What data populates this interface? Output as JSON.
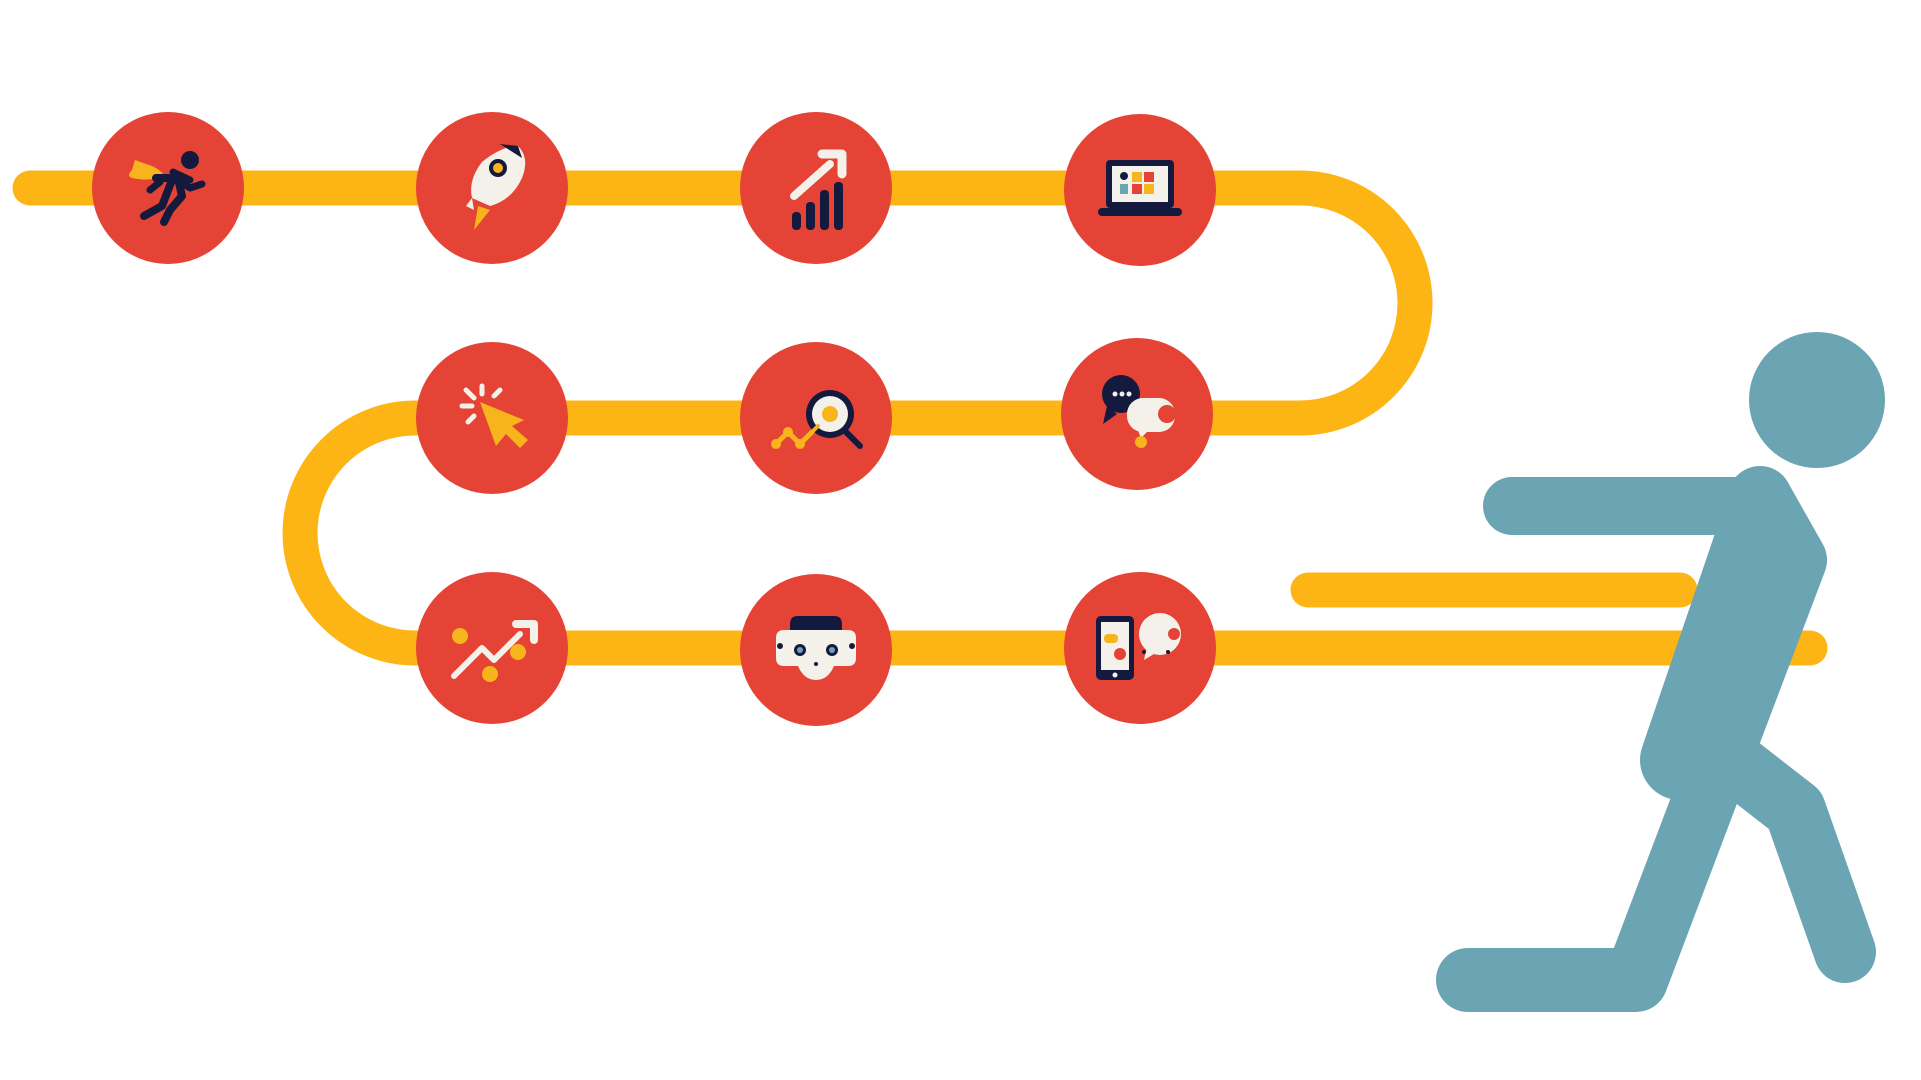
{
  "colors": {
    "background": "#ffffff",
    "path": "#FDB515",
    "node": "#E54335",
    "figure": "#6BA5B4",
    "icon_dark": "#14193E",
    "icon_light": "#F4F1EA",
    "icon_accent": "#F8B41C",
    "icon_accent_alt": "#E8A33A"
  },
  "nodes": [
    {
      "row": 1,
      "index": 1,
      "icon": "superhero-runner-icon"
    },
    {
      "row": 1,
      "index": 2,
      "icon": "rocket-icon"
    },
    {
      "row": 1,
      "index": 3,
      "icon": "growth-bar-chart-icon"
    },
    {
      "row": 1,
      "index": 4,
      "icon": "laptop-dashboard-icon"
    },
    {
      "row": 2,
      "index": 1,
      "icon": "chat-bubbles-icon"
    },
    {
      "row": 2,
      "index": 2,
      "icon": "magnifier-analytics-icon"
    },
    {
      "row": 2,
      "index": 3,
      "icon": "cursor-click-icon"
    },
    {
      "row": 3,
      "index": 1,
      "icon": "trending-arrow-icon"
    },
    {
      "row": 3,
      "index": 2,
      "icon": "robot-face-icon"
    },
    {
      "row": 3,
      "index": 3,
      "icon": "mobile-chat-icon"
    }
  ],
  "figure": {
    "icon": "running-person-icon"
  }
}
